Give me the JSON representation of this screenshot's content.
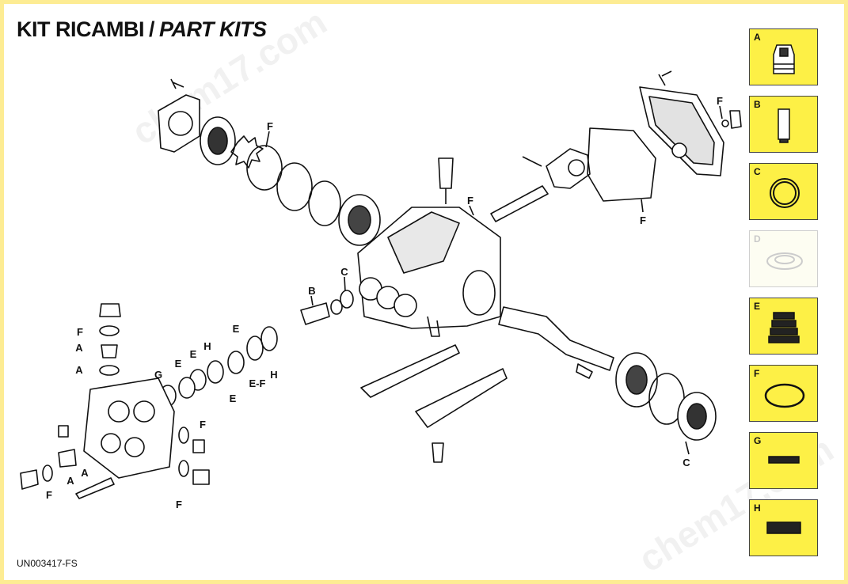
{
  "title": {
    "main": "KIT RICAMBI",
    "separator": "/",
    "sub": "PART KITS"
  },
  "doc_code": "UN003417-FS",
  "watermark": "chem17.com",
  "kits": [
    {
      "letter": "A",
      "icon": "valve-icon",
      "available": true
    },
    {
      "letter": "B",
      "icon": "piston-icon",
      "available": true
    },
    {
      "letter": "C",
      "icon": "oil-seal-icon",
      "available": true
    },
    {
      "letter": "D",
      "icon": "seal-ring-icon",
      "available": false
    },
    {
      "letter": "E",
      "icon": "packing-stack-icon",
      "available": true
    },
    {
      "letter": "F",
      "icon": "o-ring-icon",
      "available": true
    },
    {
      "letter": "G",
      "icon": "support-ring-icon",
      "available": true
    },
    {
      "letter": "H",
      "icon": "gasket-icon",
      "available": true
    }
  ],
  "callouts": [
    "F",
    "B",
    "C",
    "F",
    "F",
    "F",
    "F",
    "A",
    "A",
    "G",
    "E",
    "E",
    "H",
    "E",
    "E-F",
    "E",
    "H",
    "A",
    "A",
    "F",
    "F",
    "F",
    "C"
  ],
  "colors": {
    "frame": "#fdec93",
    "kit_fill": "#fdf046",
    "ink": "#111111"
  }
}
